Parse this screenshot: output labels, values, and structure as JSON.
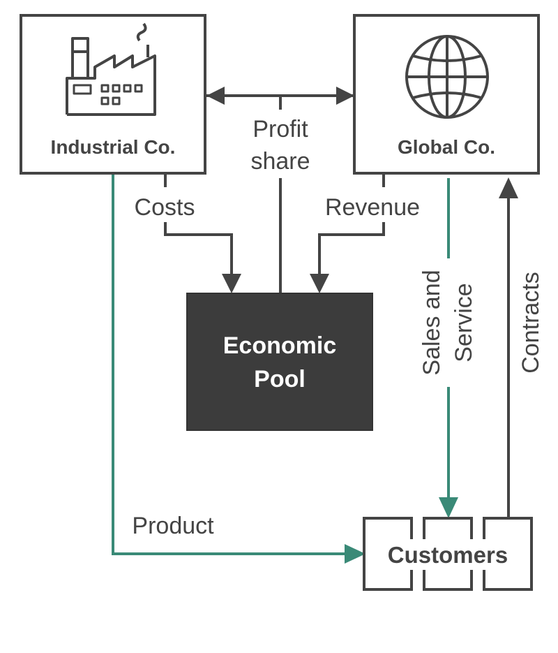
{
  "nodes": {
    "industrial": {
      "label": "Industrial Co.",
      "icon": "factory-icon"
    },
    "global": {
      "label": "Global Co.",
      "icon": "globe-icon"
    },
    "pool": {
      "line1": "Economic",
      "line2": "Pool"
    },
    "customers": {
      "label": "Customers"
    }
  },
  "edges": {
    "profit_share": {
      "line1": "Profit",
      "line2": "share"
    },
    "costs": "Costs",
    "revenue": "Revenue",
    "sales_service": {
      "line1": "Sales and",
      "line2": "Service"
    },
    "contracts": "Contracts",
    "product": "Product"
  },
  "colors": {
    "stroke": "#444444",
    "accent": "#3a8a77",
    "pool_fill": "#3c3c3c",
    "pool_text": "#ffffff",
    "background": "#ffffff"
  }
}
